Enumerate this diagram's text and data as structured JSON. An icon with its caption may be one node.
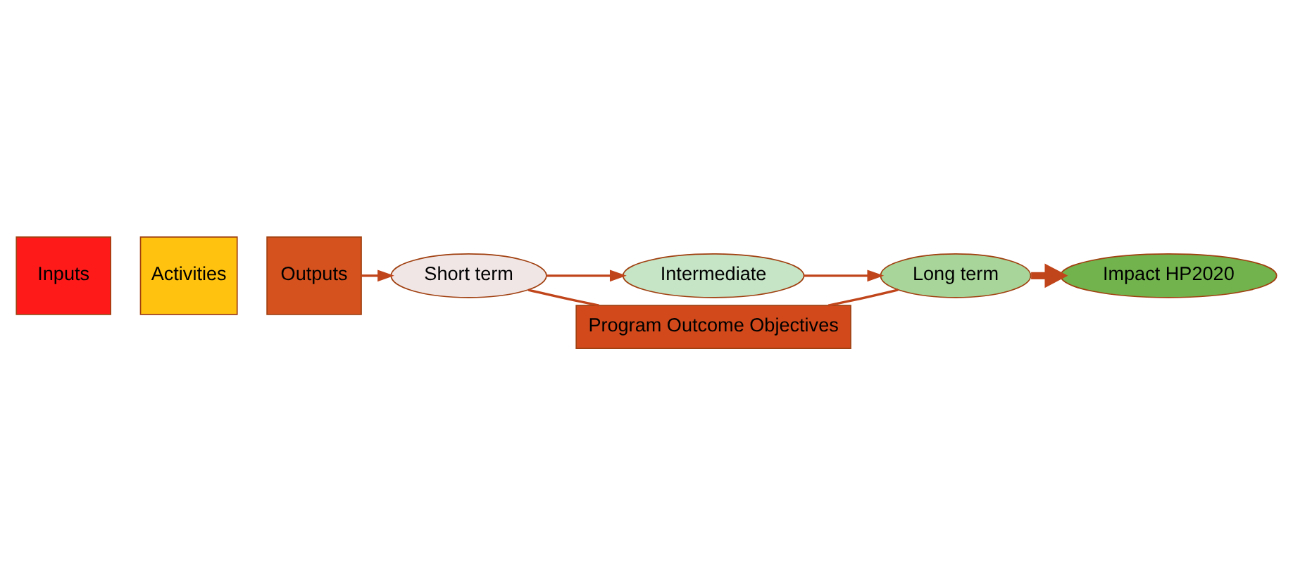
{
  "diagram": {
    "nodes": [
      {
        "text": [
          "Inputs"
        ]
      },
      {
        "text": [
          "Activities"
        ]
      },
      {
        "text": [
          "Outputs"
        ]
      },
      {
        "text": [
          "Short term"
        ]
      },
      {
        "text": [
          "Intermediate"
        ]
      },
      {
        "text": [
          "Long term"
        ]
      },
      {
        "text": [
          "Program Outcome Objectives"
        ]
      },
      {
        "text": [
          "Impact HP2020"
        ]
      }
    ],
    "edges": [
      {
        "from": 2,
        "to": 3,
        "arrow": "to"
      },
      {
        "from": 3,
        "to": 4,
        "arrow": "to"
      },
      {
        "from": 4,
        "to": 5,
        "arrow": "to"
      },
      {
        "from": 5,
        "to": 7,
        "arrow": "to",
        "style": "thick"
      },
      {
        "from": 3,
        "to": 6,
        "arrow": "none"
      },
      {
        "from": 5,
        "to": 6,
        "arrow": "none"
      }
    ]
  }
}
